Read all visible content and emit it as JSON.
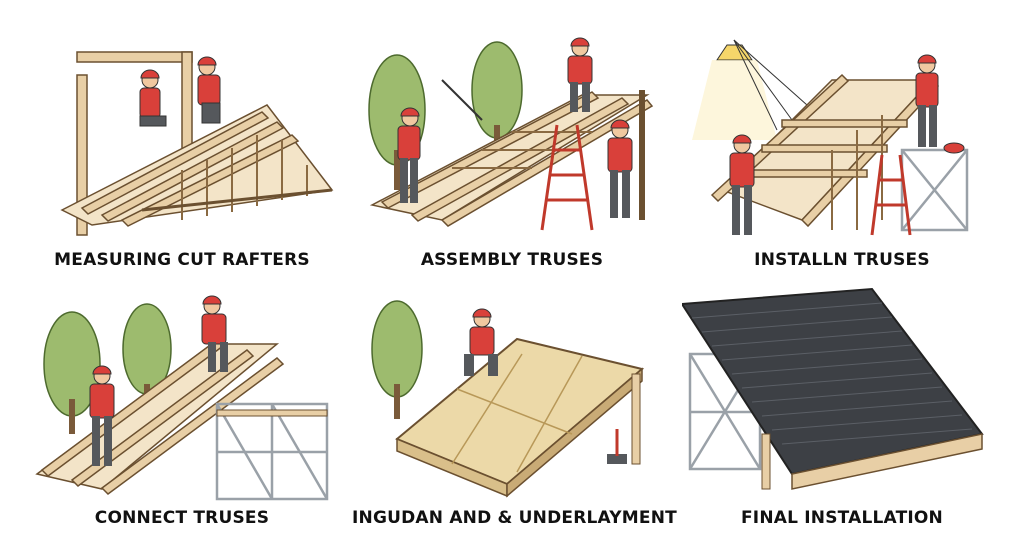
{
  "steps": [
    {
      "label": "MEASURING CUT RAFTERS"
    },
    {
      "label": "ASSEMBLY TRUSES"
    },
    {
      "label": "INSTALLN TRUSES"
    },
    {
      "label": "CONNECT TRUSES"
    },
    {
      "label": "INGUDAN AND & UNDERLAYMENT"
    },
    {
      "label": "FINAL INSTALLATION"
    }
  ],
  "colors": {
    "wood": "#e8cfa6",
    "wood_dark": "#b08a5a",
    "worker_shirt": "#d9403a",
    "worker_pants": "#55585c",
    "tree": "#9dbb6e",
    "shingle": "#3d4045",
    "scaffold": "#9aa1a8",
    "ladder": "#c0392b"
  }
}
